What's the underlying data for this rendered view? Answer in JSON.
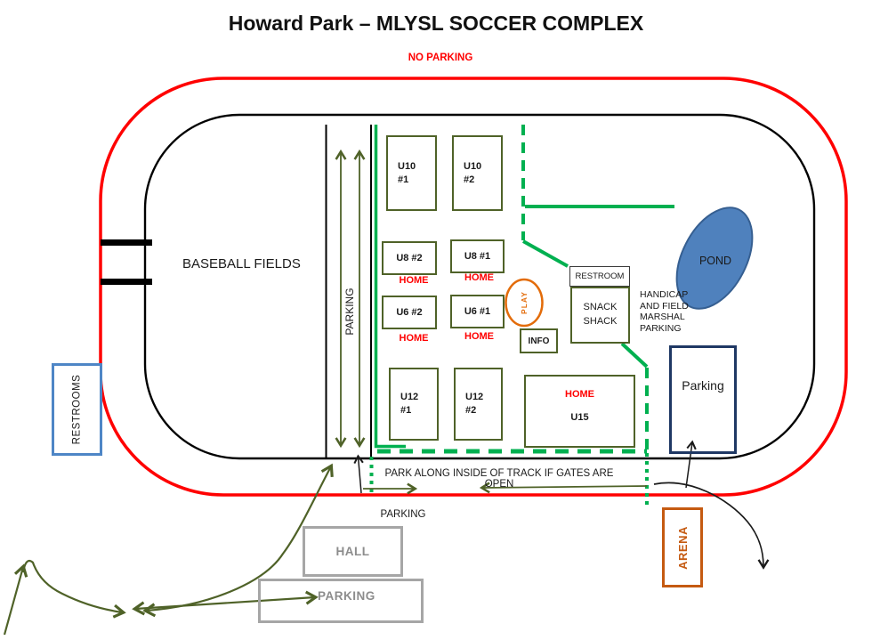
{
  "title": "Howard Park – MLYSL SOCCER COMPLEX",
  "notices": {
    "no_parking": "NO PARKING",
    "park_along": "PARK ALONG INSIDE OF TRACK IF GATES ARE OPEN"
  },
  "track": {
    "baseball_fields": "BASEBALL FIELDS",
    "parking_lane": "PARKING"
  },
  "fields": {
    "u10_1": "U10\n#1",
    "u10_2": "U10\n#2",
    "u8_2": "U8 #2",
    "u8_1": "U8 #1",
    "u6_2": "U6 #2",
    "u6_1": "U6 #1",
    "u12_1": "U12\n#1",
    "u12_2": "U12\n#2",
    "u15": "U15"
  },
  "home_label": "HOME",
  "facilities": {
    "play": "PLAY",
    "info": "INFO",
    "restroom": "RESTROOM",
    "snack_shack": "SNACK\nSHACK",
    "handicap_note": "HANDICAP\nAND  FIELD\nMARSHAL\nPARKING",
    "pond": "POND",
    "restrooms_left": "RESTROOMS",
    "parking_right": "Parking",
    "arena": "ARENA",
    "hall": "HALL",
    "parking_lot": "PARKING",
    "street_parking": "PARKING"
  },
  "colors": {
    "track_red": "#FF0000",
    "field_olive": "#4F6228",
    "path_green": "#00B050",
    "pond_fill": "#4F81BD",
    "pond_border": "#365F91",
    "restrooms_blue": "#4E86C6",
    "parking_navy": "#1F3864",
    "play_orange": "#E36C0A",
    "arena_brown": "#C55A11",
    "hall_gray": "#A6A6A6"
  }
}
